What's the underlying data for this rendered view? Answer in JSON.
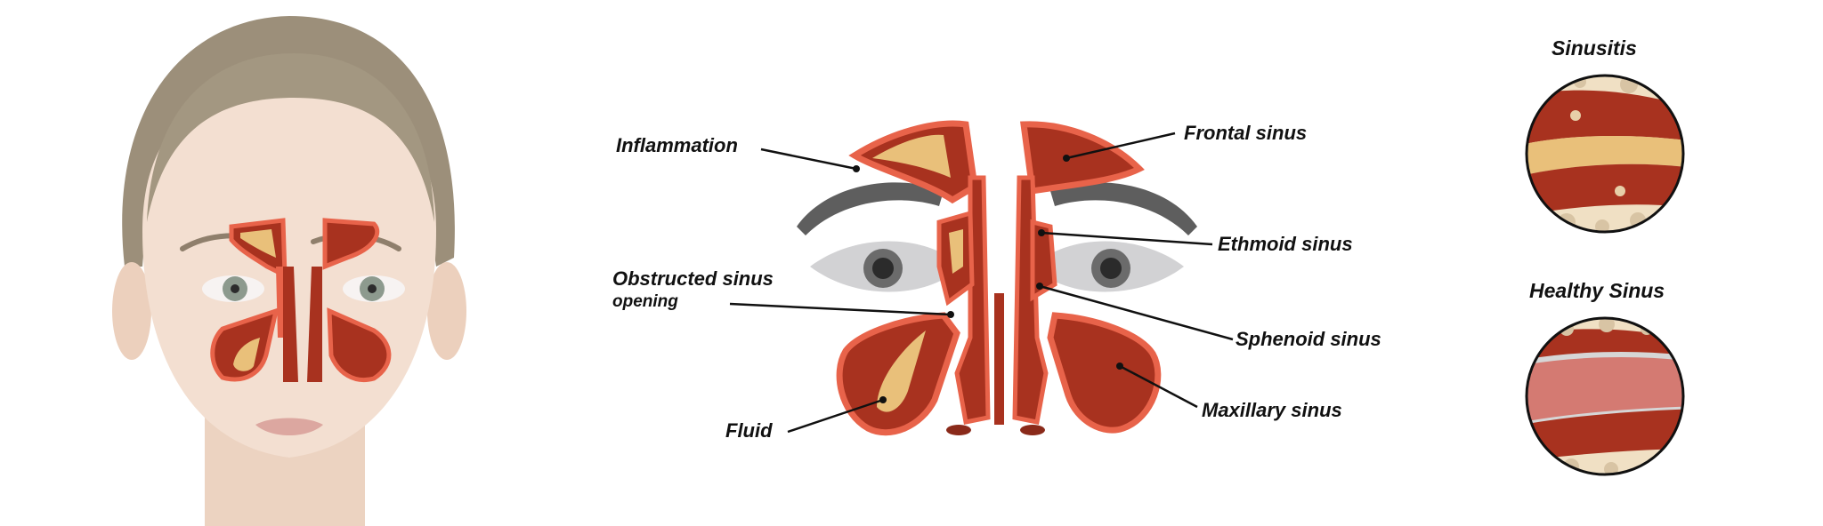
{
  "labels": {
    "inflammation": "Inflammation",
    "obstructed_line1": "Obstructed sinus",
    "obstructed_line2": "opening",
    "fluid": "Fluid",
    "frontal": "Frontal sinus",
    "ethmoid": "Ethmoid sinus",
    "sphenoid": "Sphenoid sinus",
    "maxillary": "Maxillary sinus"
  },
  "panels": {
    "sinusitis_title": "Sinusitis",
    "healthy_title": "Healthy Sinus"
  },
  "colors": {
    "sinus_red": "#a8321f",
    "sinus_outline": "#e8634a",
    "fluid_yellow": "#e9c07a",
    "skin": "#f1dccd",
    "hair": "#9c8f7a",
    "iris": "#8d9a8e",
    "eyebrow_gray": "#5e5e5e",
    "healthy_pink": "#d47a72"
  }
}
